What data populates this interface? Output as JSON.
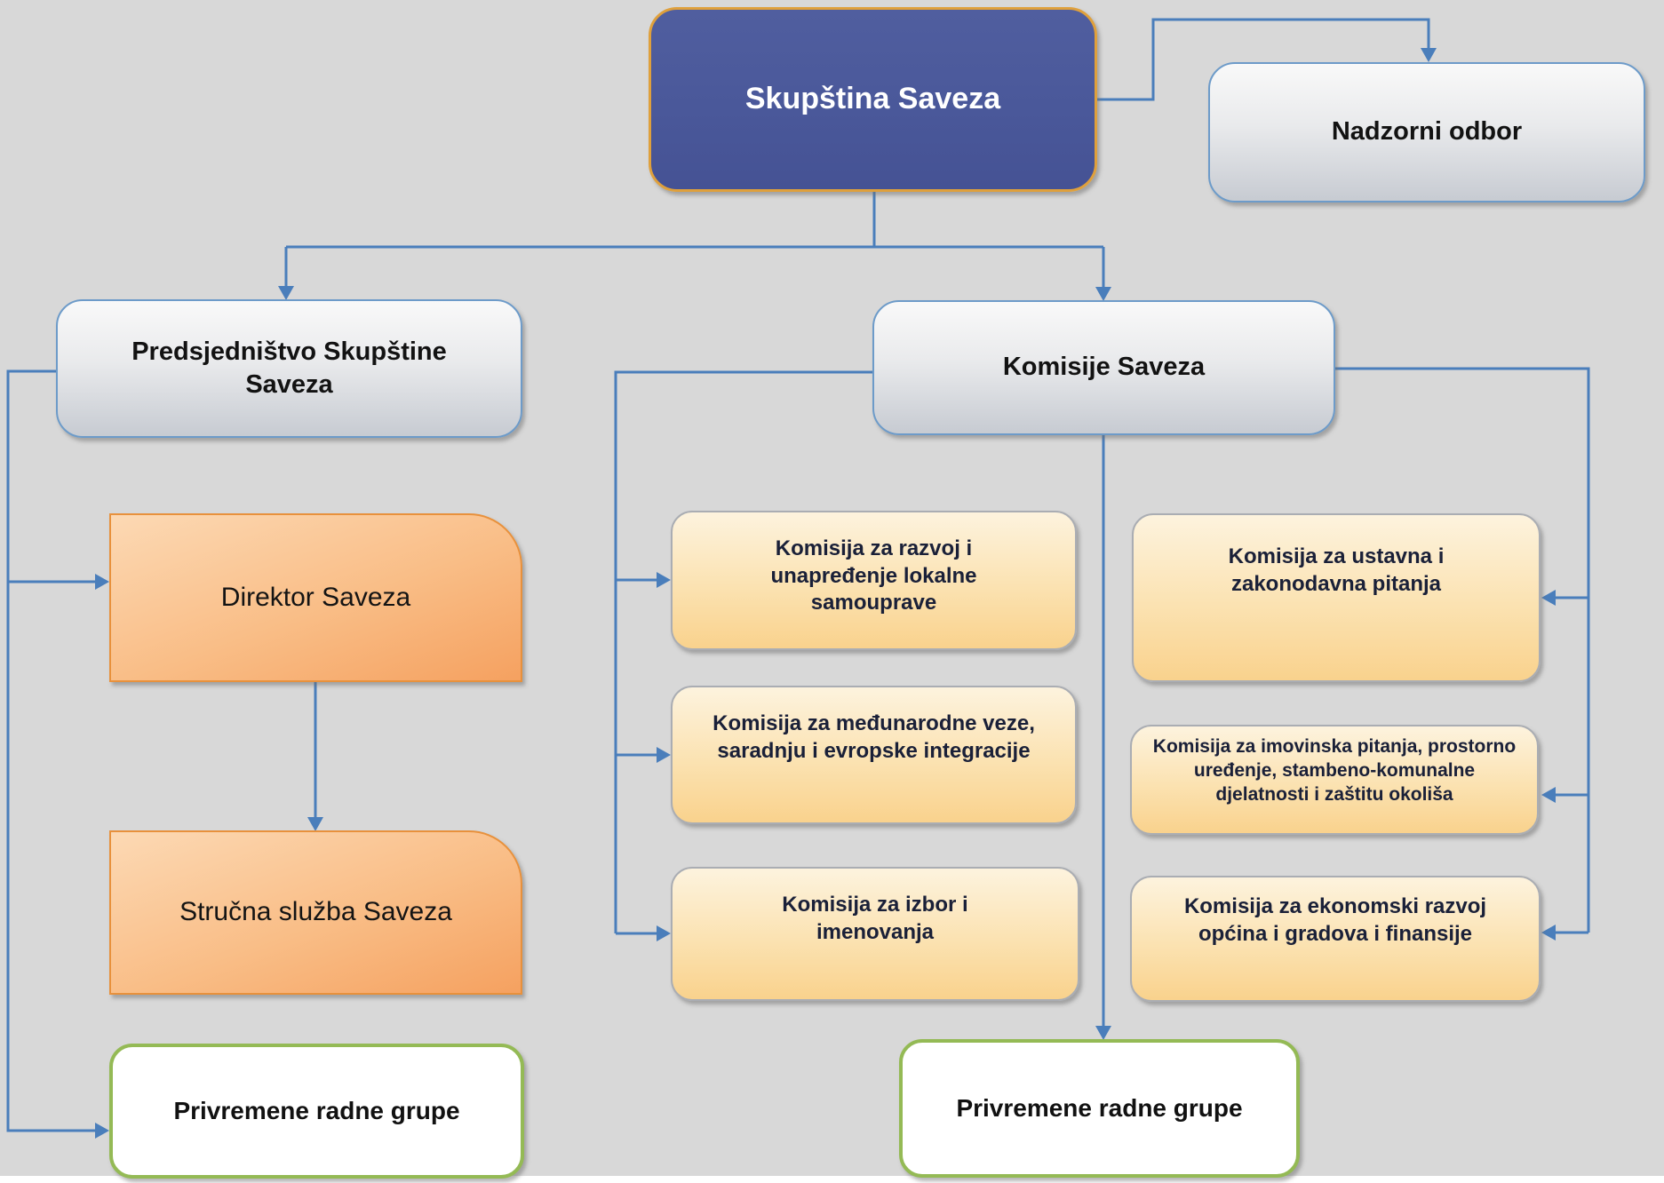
{
  "diagram": {
    "title": "Organizational chart",
    "background_color": "#d8d8d8",
    "connector_color": "#4a7ebb",
    "colors": {
      "top_box_fill": "#4a589a",
      "top_box_border": "#dfa03c",
      "gray_box_border": "#6d9bc9",
      "orange_box_border": "#e8913c",
      "yellow_box_border": "#aaadb3",
      "green_box_border": "#94ba55"
    },
    "nodes": {
      "skupstina": {
        "label": "Skupština Saveza"
      },
      "nadzorni": {
        "label": "Nadzorni odbor"
      },
      "predsjednistvo": {
        "label": "Predsjedništvo Skupštine Saveza"
      },
      "komisije": {
        "label": "Komisije Saveza"
      },
      "direktor": {
        "label": "Direktor Saveza"
      },
      "strucna": {
        "label": "Stručna služba Saveza"
      },
      "privremene_left": {
        "label": "Privremene radne grupe"
      },
      "privremene_center": {
        "label": "Privremene radne grupe"
      },
      "komisija_razvoj": {
        "label": "Komisija za razvoj i unapređenje lokalne samouprave"
      },
      "komisija_medjunarodne": {
        "label": "Komisija za međunarodne veze, saradnju i evropske integracije"
      },
      "komisija_izbor": {
        "label": "Komisija za izbor i imenovanja"
      },
      "komisija_ustavna": {
        "label": "Komisija za ustavna i zakonodavna pitanja"
      },
      "komisija_imovinska": {
        "label": "Komisija za imovinska pitanja, prostorno uređenje, stambeno-komunalne djelatnosti i zaštitu okoliša"
      },
      "komisija_ekonomski": {
        "label": "Komisija za ekonomski razvoj općina i gradova i finansije"
      }
    }
  }
}
